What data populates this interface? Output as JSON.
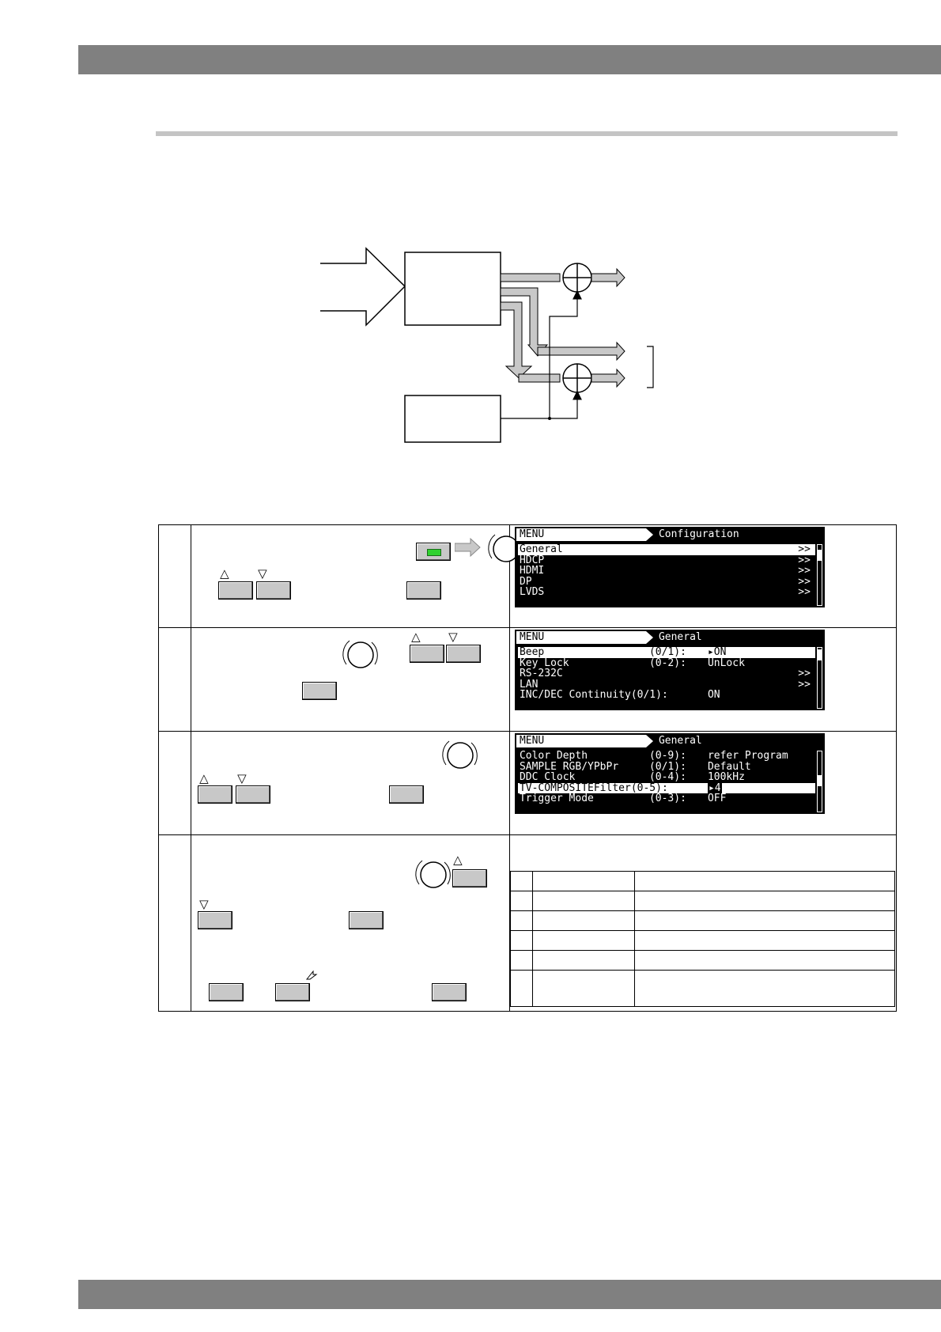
{
  "page": {
    "header_bar": "",
    "footer_bar": ""
  },
  "screens": [
    {
      "menu_label": "MENU",
      "title": "Configuration",
      "rows": [
        {
          "c1": "General",
          "c4": ">>",
          "selected": true
        },
        {
          "c1": "HDCP",
          "c4": ">>"
        },
        {
          "c1": "HDMI",
          "c4": ">>"
        },
        {
          "c1": "DP",
          "c4": ">>"
        },
        {
          "c1": "LVDS",
          "c4": ">>"
        }
      ]
    },
    {
      "menu_label": "MENU",
      "title": "General",
      "rows": [
        {
          "c1": "Beep",
          "c2": "(0/1):",
          "c3": "▸ON",
          "selected": true
        },
        {
          "c1": "Key Lock",
          "c2": "(0-2):",
          "c3": "UnLock"
        },
        {
          "c1": "RS-232C",
          "c4": ">>"
        },
        {
          "c1": "LAN",
          "c4": ">>"
        },
        {
          "c1": "INC/DEC Continuity(0/1):",
          "c3": "ON"
        }
      ]
    },
    {
      "menu_label": "MENU",
      "title": "General",
      "rows": [
        {
          "c1": "Color Depth",
          "c2": "(0-9):",
          "c3": "refer Program"
        },
        {
          "c1": "SAMPLE RGB/YPbPr",
          "c2": "(0/1):",
          "c3": "Default"
        },
        {
          "c1": "DDC Clock",
          "c2": "(0-4):",
          "c3": "100kHz"
        },
        {
          "c1": "TV-COMPOSITEFilter(0-5):",
          "c3": "▸4",
          "selected": true
        },
        {
          "c1": "Trigger Mode",
          "c2": "(0-3):",
          "c3": "OFF"
        }
      ]
    }
  ],
  "icons": {
    "up_triangle": "△",
    "down_triangle": "▽",
    "knob": "rotary-knob-icon",
    "cursor": "pointer-cursor-icon"
  }
}
